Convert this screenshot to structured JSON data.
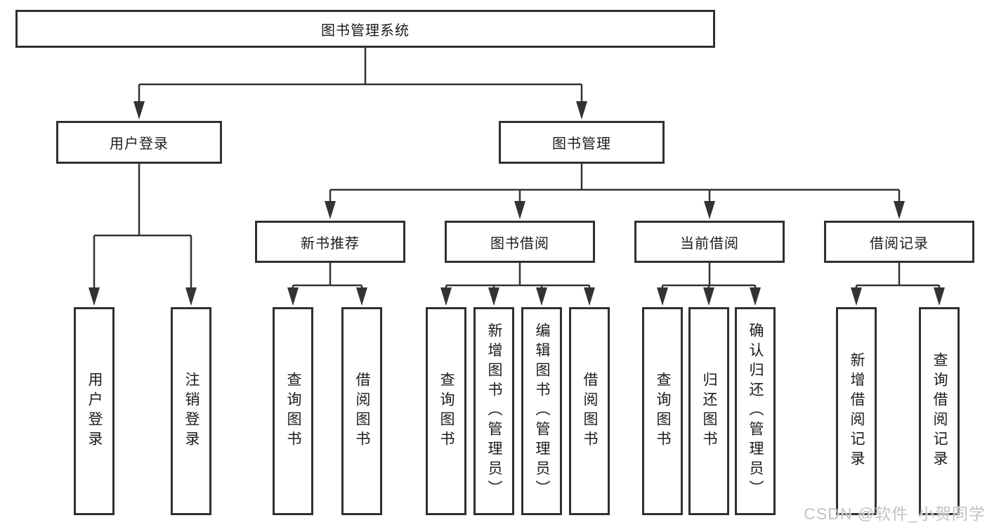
{
  "diagram": {
    "title_node": {
      "label": "图书管理系统"
    },
    "level2_nodes": [
      {
        "label": "用户登录"
      },
      {
        "label": "图书管理"
      }
    ],
    "level3_nodes": [
      {
        "label": "新书推荐",
        "parent": "图书管理"
      },
      {
        "label": "图书借阅",
        "parent": "图书管理"
      },
      {
        "label": "当前借阅",
        "parent": "图书管理"
      },
      {
        "label": "借阅记录",
        "parent": "图书管理"
      }
    ],
    "leaf_nodes": [
      {
        "label": "用户登录",
        "parent": "用户登录"
      },
      {
        "label": "注销登录",
        "parent": "用户登录"
      },
      {
        "label": "查询图书",
        "parent": "新书推荐"
      },
      {
        "label": "借阅图书",
        "parent": "新书推荐"
      },
      {
        "label": "查询图书",
        "parent": "图书借阅"
      },
      {
        "label": "新增图书（管理员）",
        "parent": "图书借阅"
      },
      {
        "label": "编辑图书（管理员）",
        "parent": "图书借阅"
      },
      {
        "label": "借阅图书",
        "parent": "图书借阅"
      },
      {
        "label": "查询图书",
        "parent": "当前借阅"
      },
      {
        "label": "归还图书",
        "parent": "当前借阅"
      },
      {
        "label": "确认归还（管理员）",
        "parent": "当前借阅"
      },
      {
        "label": "新增借阅记录",
        "parent": "借阅记录"
      },
      {
        "label": "查询借阅记录",
        "parent": "借阅记录"
      }
    ]
  },
  "watermark": {
    "text": "CSDN @软件_小贺同学"
  },
  "colors": {
    "background": "#ffffff",
    "line": "#333333",
    "box_border": "#303030",
    "text": "#1c1c1c",
    "watermark": "#bdbdbd"
  }
}
